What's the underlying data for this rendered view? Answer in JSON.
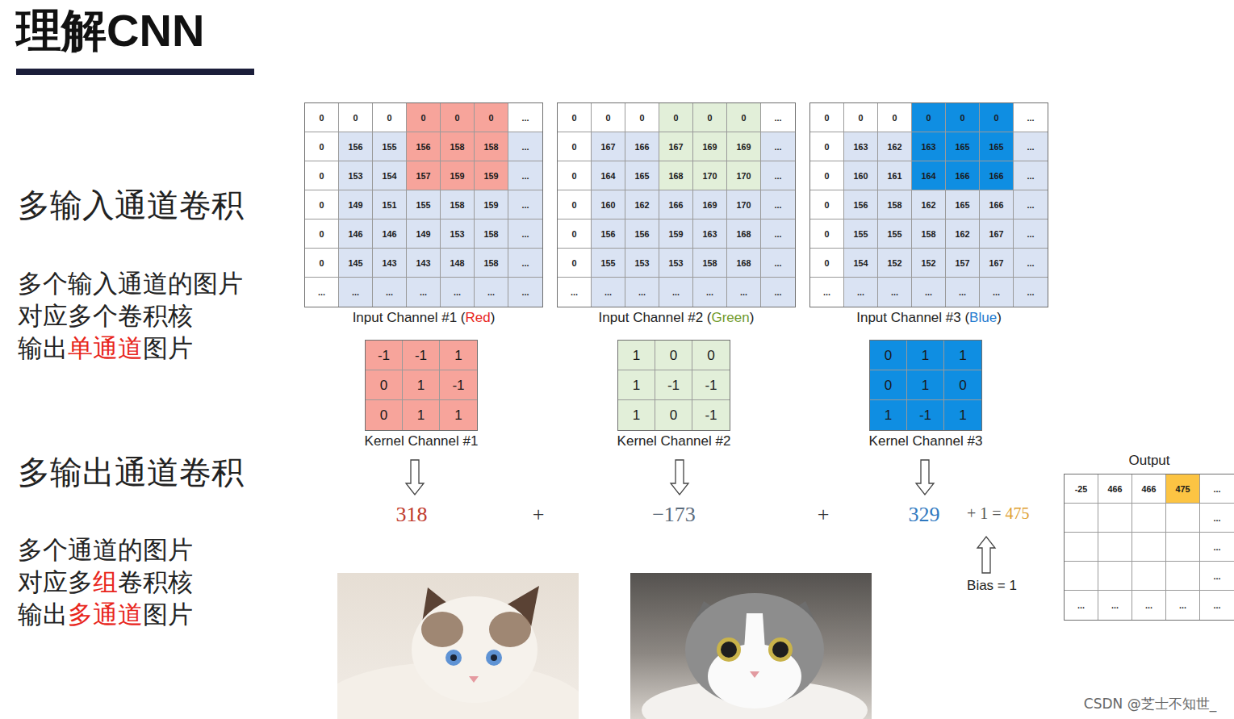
{
  "diagram": {
    "title": "理解CNN",
    "nodes": [
      {
        "text": [
          "0",
          "0",
          "0",
          "0",
          "0",
          "0",
          "...",
          "0",
          "156",
          "155",
          "156",
          "158",
          "158",
          "...",
          "0",
          "153",
          "154",
          "157",
          "159",
          "159",
          "...",
          "0",
          "149",
          "151",
          "155",
          "158",
          "159",
          "...",
          "0",
          "146",
          "146",
          "149",
          "153",
          "158",
          "...",
          "0",
          "145",
          "143",
          "143",
          "148",
          "158",
          "...",
          "...",
          "...",
          "...",
          "...",
          "...",
          "...",
          "...",
          "Input Channel #1 (",
          "Red",
          ")"
        ]
      },
      {
        "text": [
          "0",
          "0",
          "0",
          "0",
          "0",
          "0",
          "...",
          "0",
          "167",
          "166",
          "167",
          "169",
          "169",
          "...",
          "0",
          "164",
          "165",
          "168",
          "170",
          "170",
          "...",
          "0",
          "160",
          "162",
          "166",
          "169",
          "170",
          "...",
          "0",
          "156",
          "156",
          "159",
          "163",
          "168",
          "...",
          "0",
          "155",
          "153",
          "153",
          "158",
          "168",
          "...",
          "...",
          "...",
          "...",
          "...",
          "...",
          "...",
          "...",
          "Input Channel #2 (",
          "Green",
          ")"
        ]
      },
      {
        "text": [
          "0",
          "0",
          "0",
          "0",
          "0",
          "0",
          "...",
          "0",
          "163",
          "162",
          "163",
          "165",
          "165",
          "...",
          "0",
          "160",
          "161",
          "164",
          "166",
          "166",
          "...",
          "0",
          "156",
          "158",
          "162",
          "165",
          "166",
          "...",
          "0",
          "155",
          "155",
          "158",
          "162",
          "167",
          "...",
          "0",
          "154",
          "152",
          "152",
          "157",
          "167",
          "...",
          "...",
          "...",
          "...",
          "...",
          "...",
          "...",
          "...",
          "Input Channel #3 (",
          "Blue",
          ")"
        ]
      },
      {
        "text": [
          "-1",
          "-1",
          "1",
          "0",
          "1",
          "-1",
          "0",
          "1",
          "1",
          "Kernel Channel #1"
        ]
      },
      {
        "text": [
          "1",
          "0",
          "0",
          "1",
          "-1",
          "-1",
          "1",
          "0",
          "-1",
          "Kernel Channel #2"
        ]
      },
      {
        "text": [
          "0",
          "1",
          "1",
          "0",
          "1",
          "0",
          "1",
          "-1",
          "1",
          "Kernel Channel #3"
        ]
      },
      {
        "text": [
          "Output",
          "-25",
          "466",
          "466",
          "475",
          "...",
          "...",
          "...",
          "...",
          "...",
          "...",
          "...",
          "...",
          "..."
        ]
      }
    ],
    "labels": [
      "多输入通道卷积",
      "多个输入通道的图片",
      "对应多个卷积核",
      "输出",
      "单通道",
      "图片",
      "多输出通道卷积",
      "多个通道的图片",
      "对应多",
      "组",
      "卷积核",
      "输出",
      "多通道",
      "图片",
      "318",
      "+",
      "−173",
      "+",
      "329",
      "+ 1 =",
      "475",
      "Bias = 1",
      "CSDN @芝士不知世_"
    ]
  }
}
